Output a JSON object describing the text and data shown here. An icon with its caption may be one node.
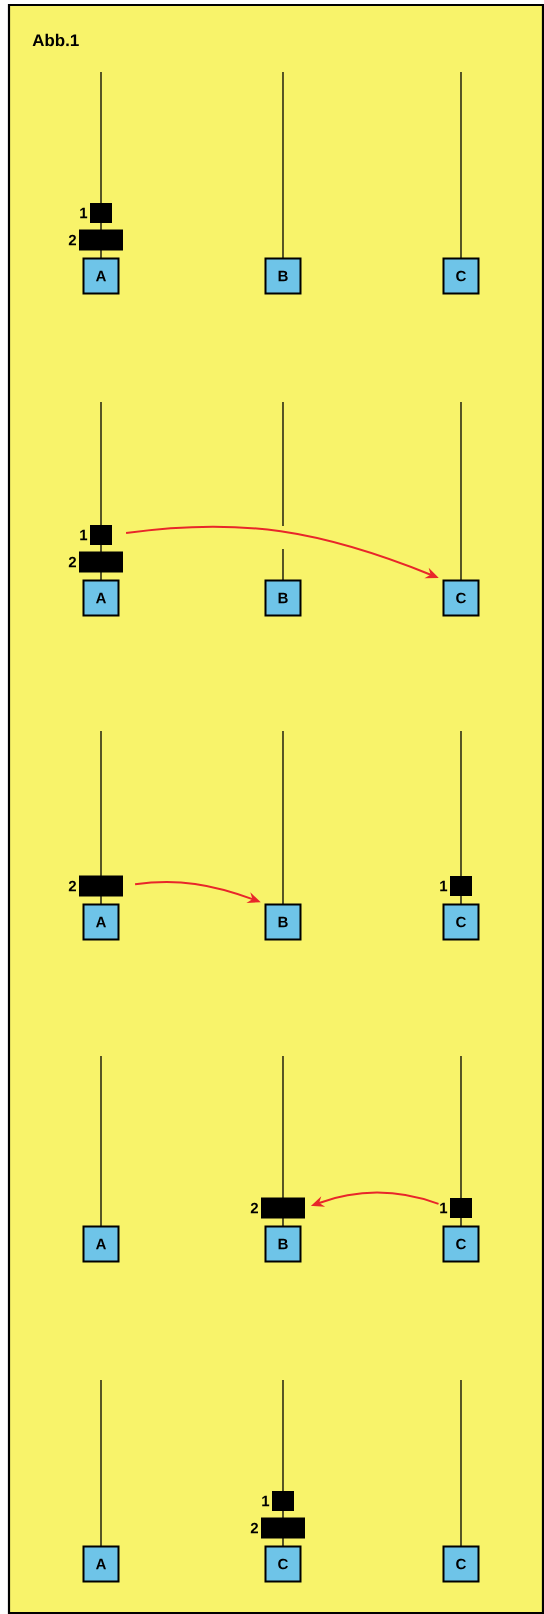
{
  "diagram": {
    "title": "Abb.1",
    "nodes": [
      {
        "text": [],
        "shape": "bar",
        "beside": [
          "1"
        ]
      },
      {
        "text": [],
        "shape": "bar",
        "beside": [
          "2"
        ]
      },
      {
        "text": [
          "A"
        ]
      },
      {
        "text": [
          "B"
        ]
      },
      {
        "text": [
          "C"
        ]
      },
      {
        "text": [],
        "shape": "bar",
        "beside": [
          "1"
        ]
      },
      {
        "text": [],
        "shape": "bar",
        "beside": [
          "2"
        ]
      },
      {
        "text": [
          "A"
        ]
      },
      {
        "text": [
          "B"
        ]
      },
      {
        "text": [
          "C"
        ]
      },
      {
        "text": [],
        "shape": "bar",
        "beside": [
          "2"
        ]
      },
      {
        "text": [],
        "shape": "bar",
        "beside": [
          "1"
        ]
      },
      {
        "text": [
          "A"
        ]
      },
      {
        "text": [
          "B"
        ]
      },
      {
        "text": [
          "C"
        ]
      },
      {
        "text": [],
        "shape": "bar",
        "beside": [
          "2"
        ]
      },
      {
        "text": [],
        "shape": "bar",
        "beside": [
          "1"
        ]
      },
      {
        "text": [
          "A"
        ]
      },
      {
        "text": [
          "B"
        ]
      },
      {
        "text": [
          "C"
        ]
      },
      {
        "text": [],
        "shape": "bar",
        "beside": [
          "1"
        ]
      },
      {
        "text": [],
        "shape": "bar",
        "beside": [
          "2"
        ]
      },
      {
        "text": [
          "A"
        ]
      },
      {
        "text": [
          "C"
        ]
      },
      {
        "text": [
          "C"
        ]
      }
    ],
    "edges": [
      {
        "from": 5,
        "to": 9,
        "arrow": "to"
      },
      {
        "from": 10,
        "to": 13,
        "arrow": "to"
      },
      {
        "from": 16,
        "to": 15,
        "arrow": "to"
      }
    ]
  }
}
